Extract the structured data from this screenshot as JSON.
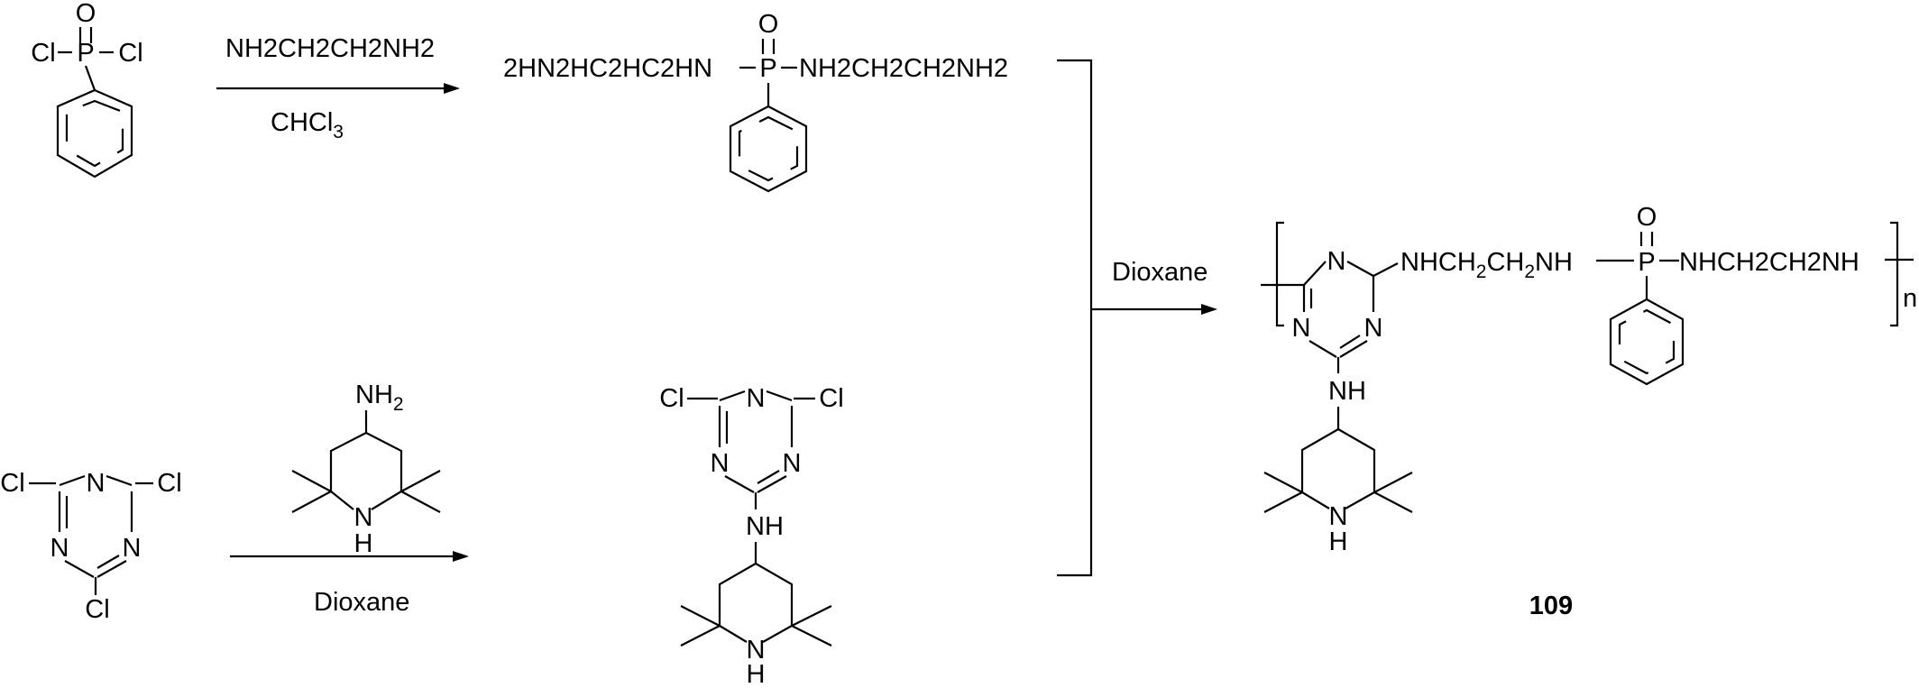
{
  "reagents": {
    "phenylphosphonic_dichloride": {
      "O": "O",
      "P": "P",
      "Cl": "Cl"
    },
    "cyanuric_chloride": {
      "Cl": "Cl",
      "N": "N"
    },
    "amine_reagent": {
      "N": "N",
      "H": "H",
      "NH": "NH",
      "NH2": "NH",
      "sub2": "2"
    }
  },
  "conditions": {
    "step1_reagent": "NH2CH2CH2NH2",
    "step1_solvent": "CHCl",
    "step1_solvent_sub": "3",
    "step2_solvent": "Dioxane",
    "step3_solvent": "Dioxane"
  },
  "intermediates": {
    "phosphonamide": {
      "left_chain": "2HN2HC2HC2HN",
      "P": "P",
      "O": "O",
      "right_chain": "NH2CH2CH2NH2"
    },
    "triazine_adduct": {
      "Cl": "Cl",
      "N": "N",
      "NH": "NH",
      "H": "H"
    }
  },
  "product": {
    "compound_number": "109",
    "repeat_n": "n",
    "chain_part1": "NHCH",
    "sub2": "2",
    "chain_part2": "CH",
    "chain_part3": "NH",
    "P": "P",
    "O": "O",
    "right_chain": "NHCH2CH2NH",
    "N": "N",
    "NH": "NH",
    "H": "H"
  }
}
